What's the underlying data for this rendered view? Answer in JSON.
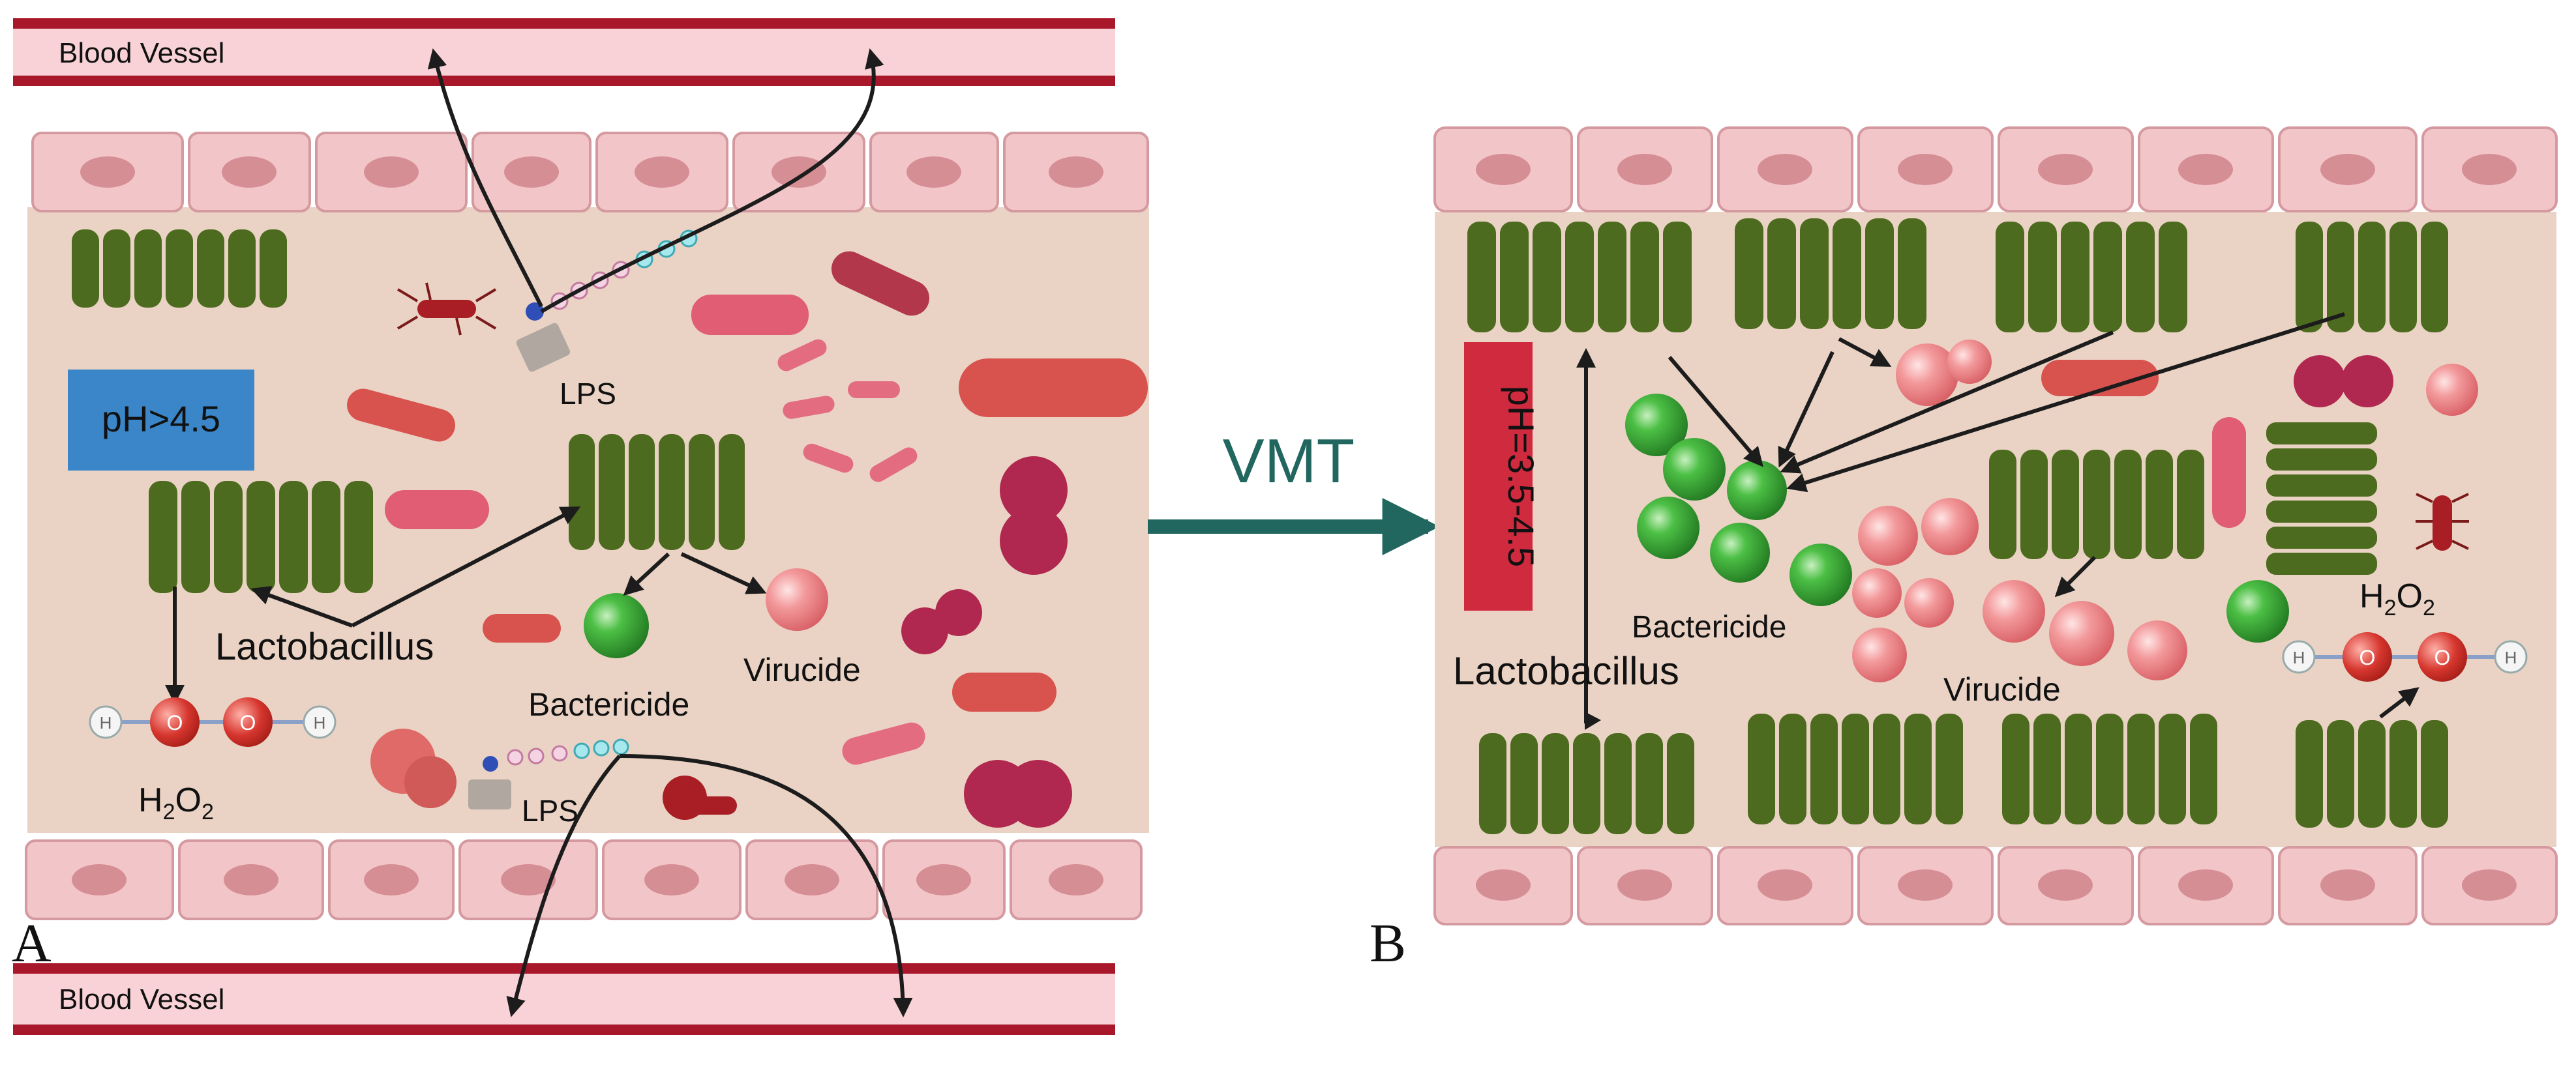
{
  "panel_a": {
    "letter": "A",
    "vessel_top": "Blood Vessel",
    "vessel_bottom": "Blood Vessel",
    "ph": "pH>4.5",
    "lps_top": "LPS",
    "lps_bottom": "LPS",
    "lactobacillus": "Lactobacillus",
    "bactericide": "Bactericide",
    "virucide": "Virucide",
    "h2o2": {
      "main": "H",
      "sub1": "2",
      "mid": "O",
      "sub2": "2"
    },
    "atom_h": "H",
    "atom_o": "O"
  },
  "transition": {
    "label": "VMT"
  },
  "panel_b": {
    "letter": "B",
    "ph": "pH=3.5-4.5",
    "lactobacillus": "Lactobacillus",
    "bactericide": "Bactericide",
    "virucide": "Virucide",
    "h2o2": {
      "main": "H",
      "sub1": "2",
      "mid": "O",
      "sub2": "2"
    },
    "atom_h": "H",
    "atom_o": "O"
  },
  "colors": {
    "vessel_dark": "#a8182a",
    "vessel_light": "#f8d2d6",
    "cell_fill": "#f2c5c8",
    "cell_nucleus": "#d68e95",
    "tissue": "#ead3c5",
    "lactobacillus": "#4d6b1f",
    "ph_a_box": "#3a86c8",
    "ph_b_box": "#d02a3e",
    "bactericide": "#3fae3a",
    "virucide": "#ef8f92",
    "arrow": "#1c1c1c",
    "vmt_arrow": "#22675f"
  }
}
